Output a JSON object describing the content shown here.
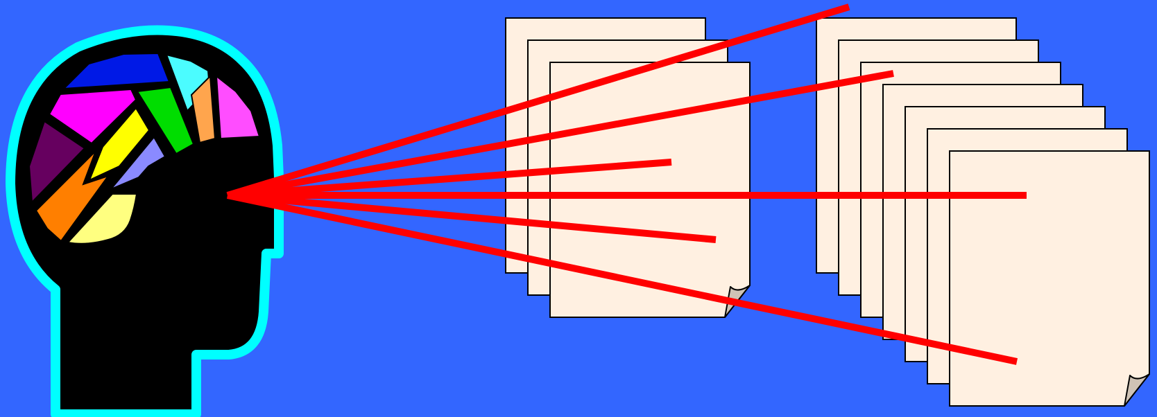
{
  "colors": {
    "background": "#3366FF",
    "head_outline": "#00FFFF",
    "head_fill": "#000000",
    "page_fill": "#FFF0E1",
    "page_stroke": "#000000",
    "page_curl": "#CFC3B5",
    "rays": "#FF0000",
    "brain_segments": [
      "#0019E6",
      "#4BFCFF",
      "#FF00FF",
      "#00DD00",
      "#FF4DFF",
      "#66005F",
      "#FFFF00",
      "#FFA54D",
      "#8A8AFF",
      "#FF7F00",
      "#FFFF80"
    ]
  },
  "scene": {
    "head_icon": "head-with-brain-icon",
    "ray_count": 6,
    "left_stack_pages": 3,
    "right_stack_pages": 7
  }
}
